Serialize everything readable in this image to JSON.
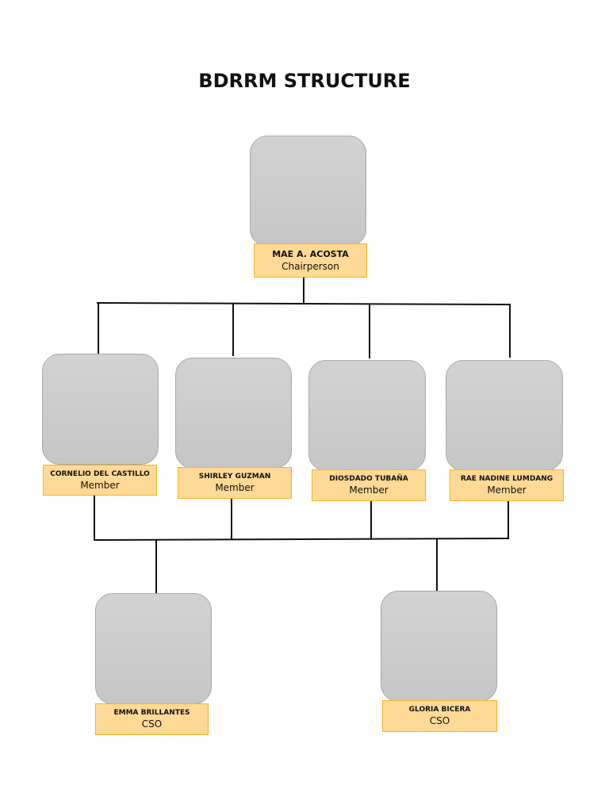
{
  "title": "BDRRM STRUCTURE",
  "colors": {
    "label_fill": "#ffd996",
    "label_border": "#f5b31f",
    "photo_fill": "#cccccc",
    "photo_border": "#a9a9a9",
    "connector": "#111111"
  },
  "chairperson": {
    "name": "MAE A. ACOSTA",
    "role": "Chairperson"
  },
  "members": [
    {
      "name": "CORNELIO DEL CASTILLO",
      "role": "Member"
    },
    {
      "name": "SHIRLEY GUZMAN",
      "role": "Member"
    },
    {
      "name": "DIOSDADO TUBAÑA",
      "role": "Member"
    },
    {
      "name": "RAE NADINE LUMDANG",
      "role": "Member"
    }
  ],
  "cso": [
    {
      "name": "EMMA BRILLANTES",
      "role": "CSO"
    },
    {
      "name": "GLORIA BICERA",
      "role": "CSO"
    }
  ]
}
